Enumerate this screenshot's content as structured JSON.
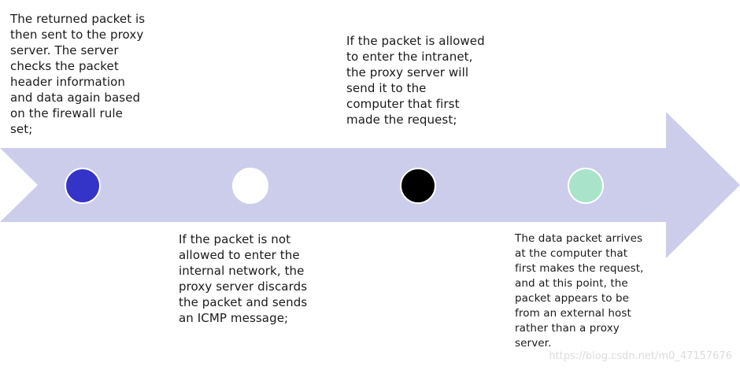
{
  "diagram": {
    "arrow_color": "#cccdeb",
    "steps": [
      {
        "text": "The returned packet is\nthen sent to the proxy\nserver. The server\nchecks the packet\nheader information\nand data again based\non the firewall rule\nset;",
        "node_color": "#3434c8"
      },
      {
        "text": "If the packet is not\nallowed to enter the\ninternal network, the\nproxy server discards\nthe packet and sends\nan ICMP message;",
        "node_color": "#ffffff"
      },
      {
        "text": "If the packet is allowed\nto enter the intranet,\nthe proxy server will\nsend it to the\ncomputer that first\nmade the request;",
        "node_color": "#000000"
      },
      {
        "text": "The data packet arrives\nat the computer that\nfirst makes the request,\nand at this point, the\npacket appears to be\nfrom an external host\nrather than a proxy\nserver.",
        "node_color": "#a9e3c9"
      }
    ]
  },
  "watermark": "https://blog.csdn.net/m0_47157676"
}
